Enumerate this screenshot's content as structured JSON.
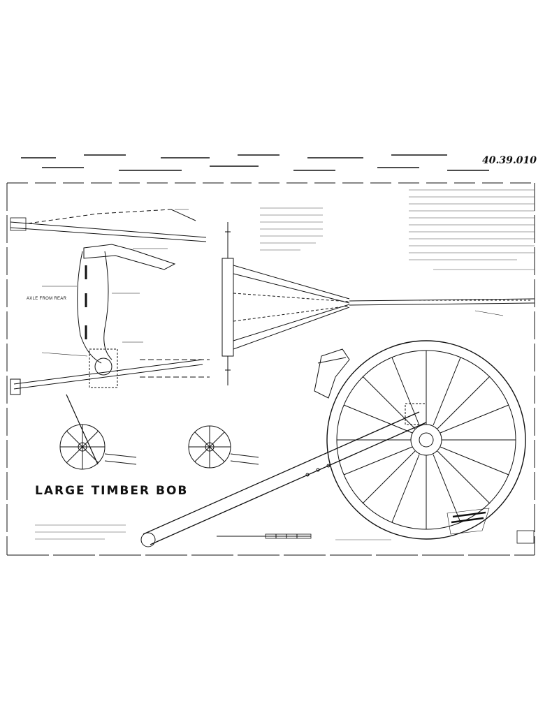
{
  "drawing": {
    "title": "LARGE TIMBER BOB",
    "reference_number": "40.39.010",
    "label_axle_view": "AXLE FROM REAR"
  },
  "colors": {
    "ink": "#111111",
    "paper": "#ffffff"
  },
  "icons": {
    "main-wheel": "spoked-wheel-icon",
    "small-wheels": "spoked-wheel-icon"
  }
}
